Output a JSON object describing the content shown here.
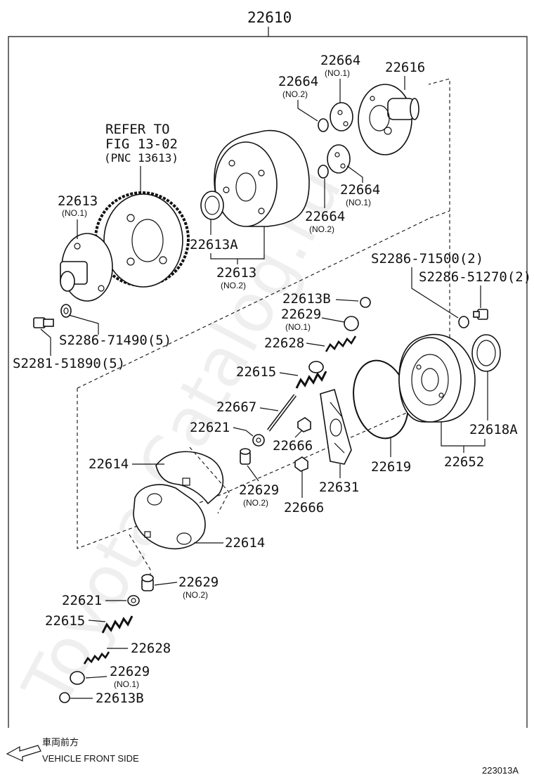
{
  "diagram": {
    "assembly": "22610",
    "drawing_id": "223013A",
    "watermark": "Toyota-Catalog.ru",
    "front_note_jp": "車両前方",
    "front_note_en": "VEHICLE FRONT SIDE",
    "refer": {
      "line1": "REFER TO",
      "line2": "FIG 13-02",
      "line3": "(PNC 13613)"
    },
    "labels": {
      "p22616": "22616",
      "p22664_no1_top": "22664",
      "p22664_no1_top_sub": "(NO.1)",
      "p22664_no2_top": "22664",
      "p22664_no2_top_sub": "(NO.2)",
      "p22664_no1_mid": "22664",
      "p22664_no1_mid_sub": "(NO.1)",
      "p22664_no2_mid": "22664",
      "p22664_no2_mid_sub": "(NO.2)",
      "p22613_no1": "22613",
      "p22613_no1_sub": "(NO.1)",
      "p22613a": "22613A",
      "p22613_no2": "22613",
      "p22613_no2_sub": "(NO.2)",
      "s71490": "S2286-71490(5)",
      "s51890": "S2281-51890(5)",
      "s71500": "S2286-71500(2)",
      "s51270": "S2286-51270(2)",
      "p22613b_top": "22613B",
      "p22629_no1_top": "22629",
      "p22629_no1_top_sub": "(NO.1)",
      "p22628_top": "22628",
      "p22615_top": "22615",
      "p22667": "22667",
      "p22621_top": "22621",
      "p22666_top": "22666",
      "p22666_bot": "22666",
      "p22614_top": "22614",
      "p22629_no2_mid": "22629",
      "p22629_no2_mid_sub": "(NO.2)",
      "p22631": "22631",
      "p22619": "22619",
      "p22652": "22652",
      "p22618a": "22618A",
      "p22614_bot": "22614",
      "p22629_no2_bot": "22629",
      "p22629_no2_bot_sub": "(NO.2)",
      "p22621_bot": "22621",
      "p22615_bot": "22615",
      "p22628_bot": "22628",
      "p22629_no1_bot": "22629",
      "p22629_no1_bot_sub": "(NO.1)",
      "p22613b_bot": "22613B"
    }
  }
}
